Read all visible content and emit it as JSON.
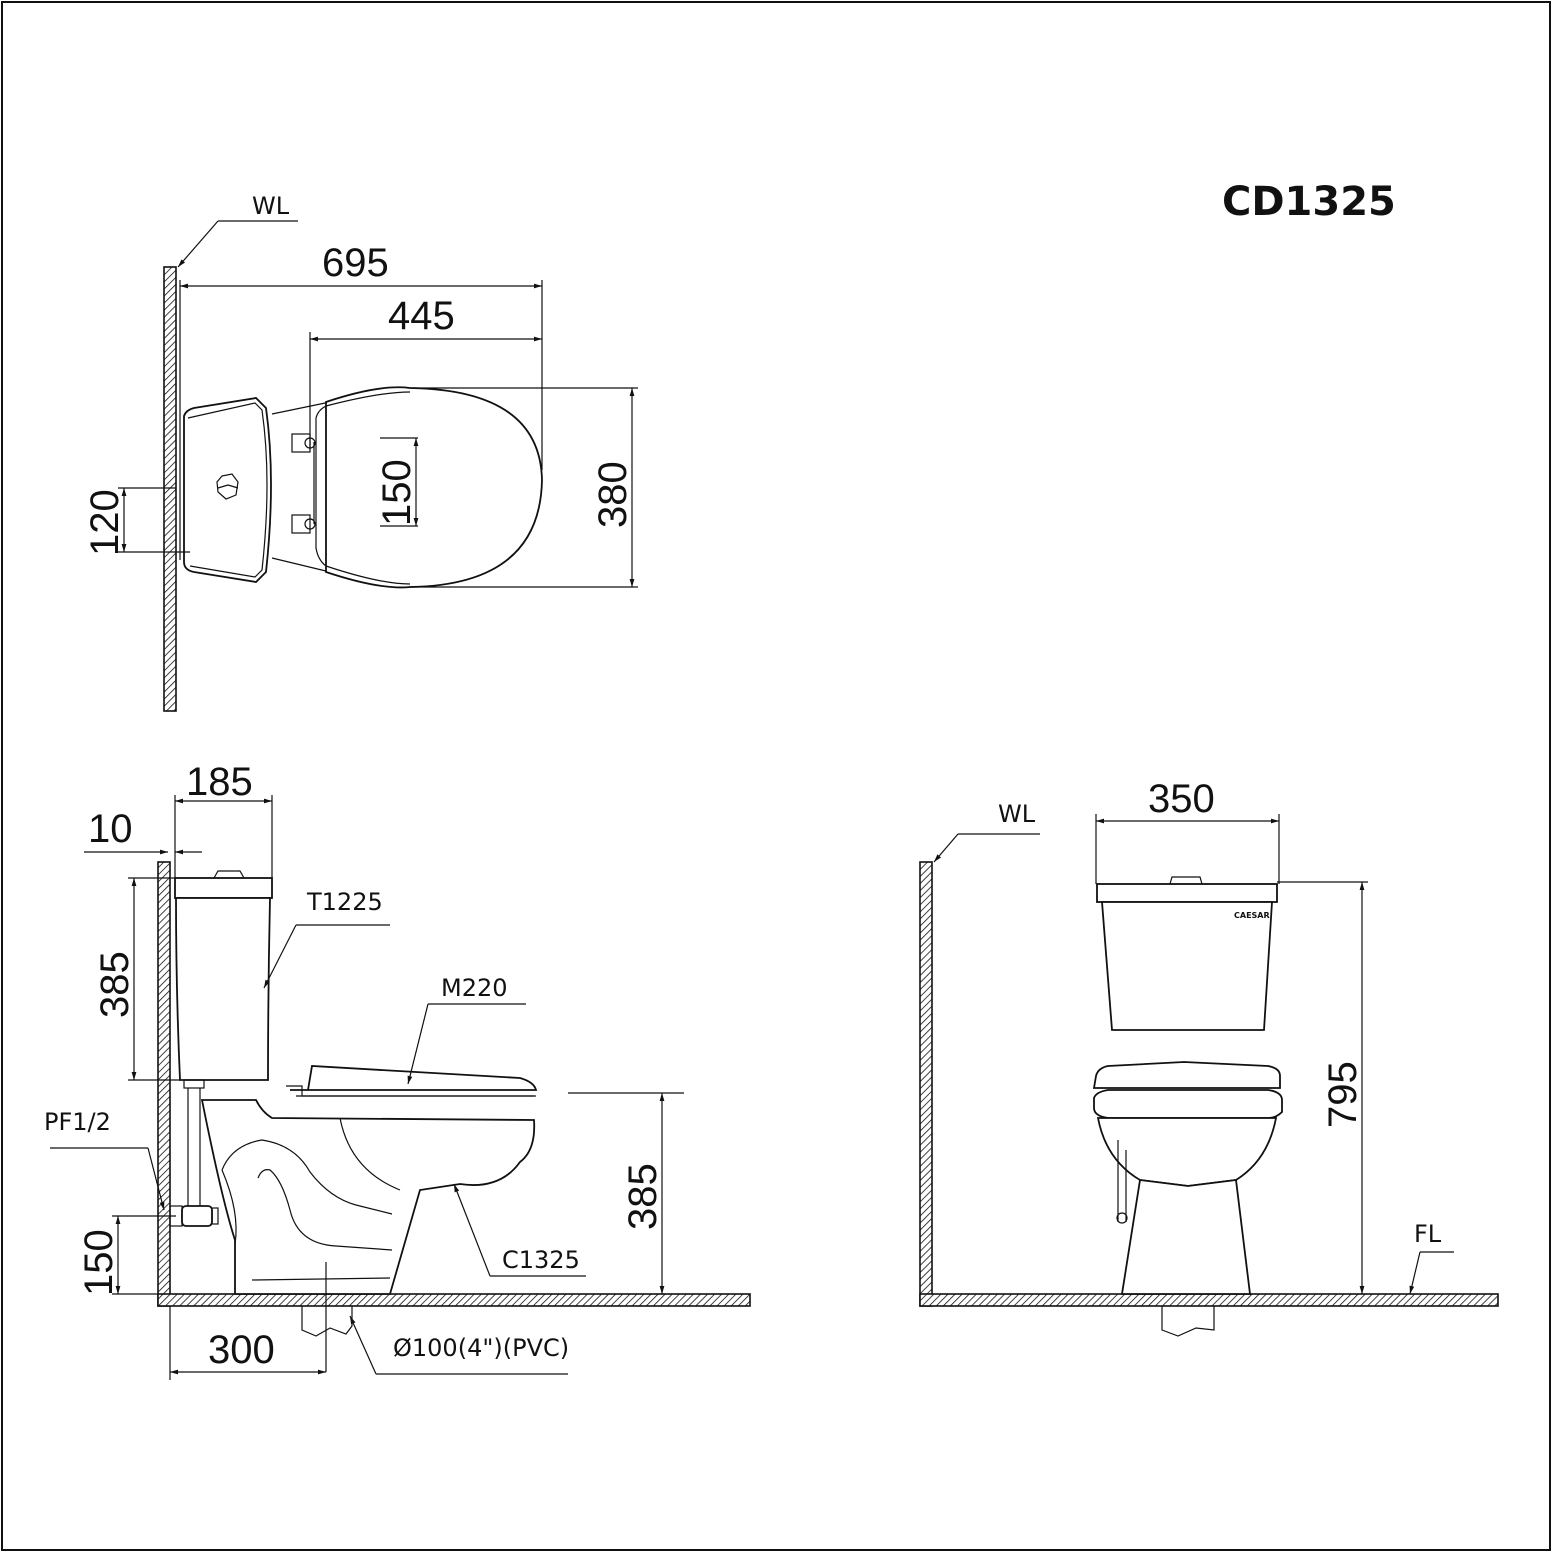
{
  "title": "CD1325",
  "brand_mark": "CAESAR",
  "top_view": {
    "wall_label": "WL",
    "dims": {
      "overall_length": "695",
      "bowl_length": "445",
      "width": "380",
      "hinge_spacing": "150",
      "supply_offset": "120"
    }
  },
  "side_view": {
    "dims": {
      "tank_depth": "185",
      "wall_gap": "10",
      "tank_height": "385",
      "seat_height": "385",
      "supply_height": "150",
      "rough_in": "300"
    },
    "parts": {
      "tank": "T1225",
      "seat": "M220",
      "bowl": "C1325",
      "supply_fitting": "PF1/2",
      "drain_pipe": "Ø100(4\")(PVC)"
    }
  },
  "front_view": {
    "wall_label": "WL",
    "floor_label": "FL",
    "dims": {
      "tank_width": "350",
      "overall_height": "795"
    }
  }
}
